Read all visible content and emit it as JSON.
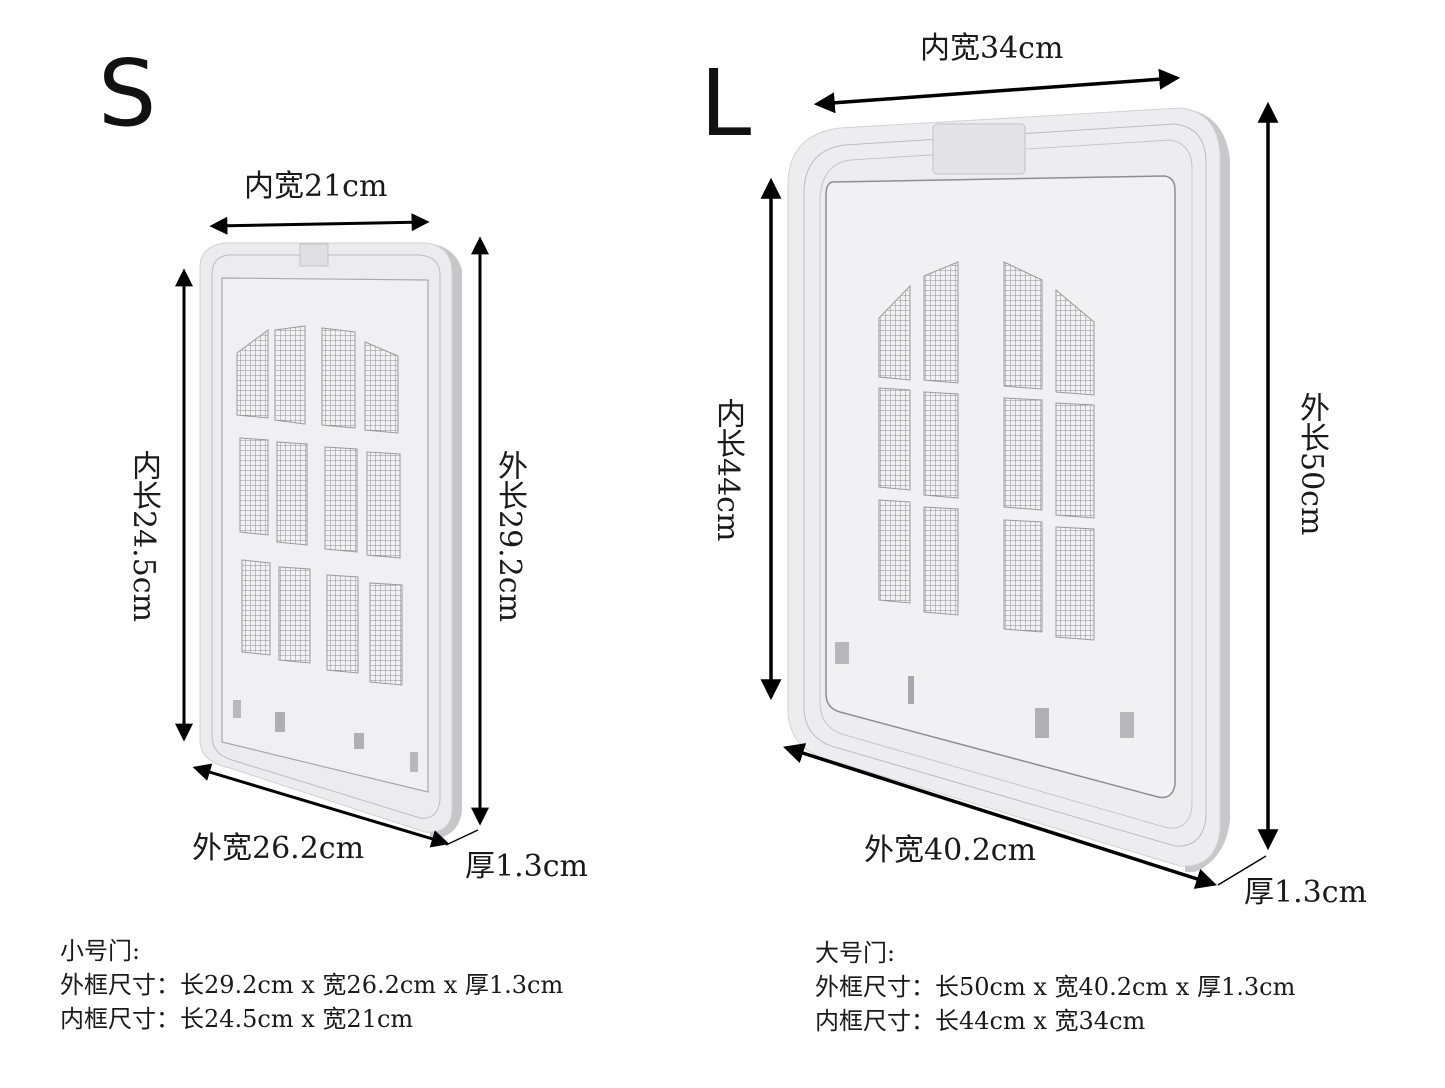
{
  "small": {
    "size_letter": "S",
    "labels": {
      "inner_width": "内宽21cm",
      "inner_length": "内长24.5cm",
      "outer_length": "外长29.2cm",
      "outer_width": "外宽26.2cm",
      "thickness": "厚1.3cm"
    },
    "spec": {
      "title": "小号门:",
      "outer": "外框尺寸：长29.2cm x 宽26.2cm x 厚1.3cm",
      "inner": "内框尺寸：长24.5cm x 宽21cm"
    },
    "grille": {
      "columns": 4,
      "rows": 3,
      "top_row_arched": true
    }
  },
  "large": {
    "size_letter": "L",
    "labels": {
      "inner_width": "内宽34cm",
      "inner_length": "内长44cm",
      "outer_length": "外长50cm",
      "outer_width": "外宽40.2cm",
      "thickness": "厚1.3cm"
    },
    "spec": {
      "title": "大号门:",
      "outer": "外框尺寸：长50cm x 宽40.2cm x 厚1.3cm",
      "inner": "内框尺寸：长44cm x 宽34cm"
    },
    "grille": {
      "columns": 4,
      "rows": 3,
      "top_row_arched": true
    }
  },
  "colors": {
    "frame": "#ebebed",
    "frame_side": "#c9c9cc",
    "frame_line": "#b4b4b8",
    "mesh": "#9a9a9e",
    "arrow": "#000000"
  }
}
